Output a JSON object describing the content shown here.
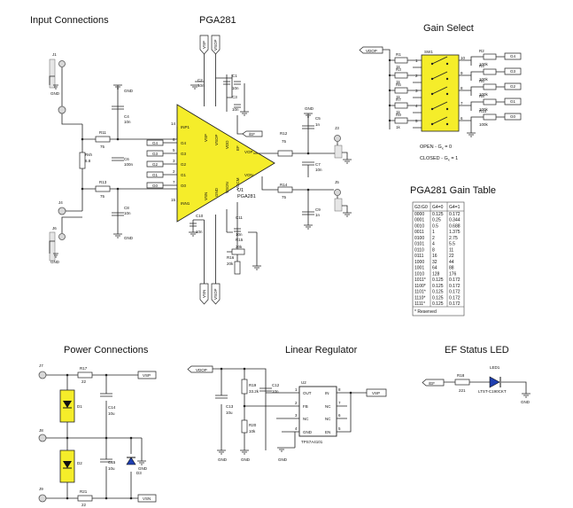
{
  "titles": {
    "input": "Input Connections",
    "pga": "PGA281",
    "gain_select": "Gain Select",
    "gain_table": "PGA281 Gain Table",
    "power": "Power Connections",
    "regulator": "Linear Regulator",
    "ef_led": "EF Status LED"
  },
  "input_section": {
    "connectors": [
      "J1",
      "J4",
      "J6"
    ],
    "r11": {
      "ref": "R11",
      "value": "75"
    },
    "r13": {
      "ref": "R13",
      "value": "75"
    },
    "rsh": {
      "ref": "Rsh",
      "value": "6.8"
    },
    "c4": {
      "ref": "C4",
      "value": "10n"
    },
    "c6": {
      "ref": "C6",
      "value": "100n"
    },
    "c8": {
      "ref": "C8",
      "value": "10n"
    },
    "gnd": "GND"
  },
  "pga": {
    "ref": "U1",
    "part": "PGA281",
    "left_pins": [
      {
        "name": "INP1",
        "num": "14"
      },
      {
        "name": "G4",
        "num": "6"
      },
      {
        "name": "G3",
        "num": "5"
      },
      {
        "name": "G2",
        "num": "3"
      },
      {
        "name": "G1",
        "num": "2"
      },
      {
        "name": "G0",
        "num": "7"
      },
      {
        "name": "INN1",
        "num": "15"
      }
    ],
    "gain_nets": [
      "G4",
      "G3",
      "G2",
      "G1",
      "G0"
    ],
    "top_pins": [
      "VSP",
      "VSOP",
      "VDD",
      "EF"
    ],
    "bottom_pins": [
      "VSN",
      "GND",
      "VSON",
      "VOCM"
    ],
    "out_pins": [
      "VOP",
      "VON"
    ],
    "rail_flags": [
      "VSP",
      "VSOP",
      "VSN",
      "VSOP"
    ],
    "c1": {
      "ref": "C1",
      "value": "10n"
    },
    "c2": {
      "ref": "C2",
      "value": "10n"
    },
    "c3": {
      "ref": "C3",
      "value": "10n"
    },
    "c10": {
      "ref": "C10",
      "value": "10n"
    },
    "c11": {
      "ref": "C11",
      "value": "10n"
    },
    "r15": {
      "ref": "R15",
      "value": "20k"
    },
    "r16": {
      "ref": "R16",
      "value": "20k"
    },
    "ef_flag": "/EF"
  },
  "output_section": {
    "r12": {
      "ref": "R12",
      "value": "75"
    },
    "r14": {
      "ref": "R14",
      "value": "75"
    },
    "c5": {
      "ref": "C5",
      "value": "1n"
    },
    "c7": {
      "ref": "C7",
      "value": "10n"
    },
    "c9": {
      "ref": "C9",
      "value": "1n"
    },
    "connectors": [
      "J3",
      "J5"
    ]
  },
  "gain_select": {
    "vdop": "VDOP",
    "switch": "SW1",
    "pull_ups": [
      {
        "ref": "R1",
        "value": "1k"
      },
      {
        "ref": "R3",
        "value": "1k"
      },
      {
        "ref": "R5",
        "value": "1k"
      },
      {
        "ref": "R7",
        "value": "1k"
      },
      {
        "ref": "R9",
        "value": "1k"
      }
    ],
    "pull_downs": [
      {
        "ref": "R2",
        "value": "100k"
      },
      {
        "ref": "R4",
        "value": "100k"
      },
      {
        "ref": "R6",
        "value": "100k"
      },
      {
        "ref": "R8",
        "value": "100k"
      },
      {
        "ref": "R10",
        "value": "100k"
      }
    ],
    "outputs": [
      "G4",
      "G3",
      "G2",
      "G1",
      "G0"
    ],
    "sw_pins_left": [
      "1",
      "2",
      "3",
      "4",
      "5"
    ],
    "sw_pins_right": [
      "10",
      "9",
      "8",
      "7",
      "6"
    ],
    "note_open": "OPEN - G",
    "note_open_sub": "x",
    "note_open_val": " = 0",
    "note_closed": "CLOSED - G",
    "note_closed_sub": "x",
    "note_closed_val": " = 1"
  },
  "gain_table": {
    "headers": [
      "G3:G0",
      "G4=0",
      "G4=1"
    ],
    "rows": [
      [
        "0000",
        "0.125",
        "0.172"
      ],
      [
        "0001",
        "0.25",
        "0.344"
      ],
      [
        "0010",
        "0.5",
        "0.688"
      ],
      [
        "0011",
        "1",
        "1.375"
      ],
      [
        "0100",
        "2",
        "2.75"
      ],
      [
        "0101",
        "4",
        "5.5"
      ],
      [
        "0110",
        "8",
        "11"
      ],
      [
        "0111",
        "16",
        "22"
      ],
      [
        "1000",
        "32",
        "44"
      ],
      [
        "1001",
        "64",
        "88"
      ],
      [
        "1010",
        "128",
        "176"
      ],
      [
        "1011*",
        "0.125",
        "0.172"
      ],
      [
        "1100*",
        "0.125",
        "0.172"
      ],
      [
        "1101*",
        "0.125",
        "0.172"
      ],
      [
        "1110*",
        "0.125",
        "0.172"
      ],
      [
        "1111*",
        "0.125",
        "0.172"
      ]
    ],
    "footnote": "* Reserved"
  },
  "power": {
    "j7": "J7",
    "j8": "J8",
    "j9": "J9",
    "r17": {
      "ref": "R17",
      "value": "22"
    },
    "r21": {
      "ref": "R21",
      "value": "22"
    },
    "d1": "D1",
    "d2": "D2",
    "d3": "D3",
    "c14": {
      "ref": "C14",
      "value": "10u"
    },
    "c15": {
      "ref": "C15",
      "value": "10u"
    },
    "vsp": "VSP",
    "vsn": "VSN",
    "gnd": "GND"
  },
  "regulator": {
    "vdop": "VDOP",
    "ic_ref": "U2",
    "part": "TPS7A4101",
    "left_pins": [
      {
        "name": "OUT",
        "num": "1"
      },
      {
        "name": "FB",
        "num": "2"
      },
      {
        "name": "NC",
        "num": "3"
      },
      {
        "name": "GND",
        "num": "4"
      }
    ],
    "right_pins": [
      {
        "name": "IN",
        "num": "8"
      },
      {
        "name": "NC",
        "num": "7"
      },
      {
        "name": "NC",
        "num": "6"
      },
      {
        "name": "EN",
        "num": "5"
      }
    ],
    "r19": {
      "ref": "R19",
      "value": "33.2k"
    },
    "r20": {
      "ref": "R20",
      "value": "10k"
    },
    "c12": {
      "ref": "C12",
      "value": "10n"
    },
    "c13": {
      "ref": "C13",
      "value": "10u"
    },
    "vsp": "VSP",
    "gnd": "GND"
  },
  "ef_led": {
    "flag": "/EF",
    "r18": {
      "ref": "R18",
      "value": "221"
    },
    "led_ref": "LED1",
    "led_part": "LTST-C190CKT",
    "gnd": "GND"
  }
}
